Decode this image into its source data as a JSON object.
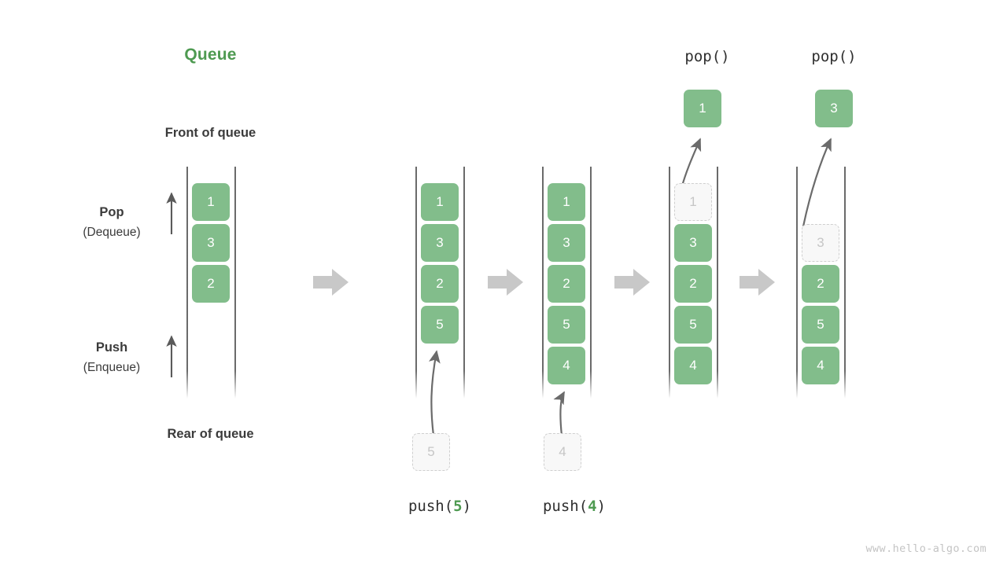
{
  "diagram": {
    "title": "Queue",
    "front_label": "Front of queue",
    "rear_label": "Rear of queue",
    "pop_label_main": "Pop",
    "pop_label_sub": "(Dequeue)",
    "push_label_main": "Push",
    "push_label_sub": "(Enqueue)",
    "footer": "www.hello-algo.com"
  },
  "colors": {
    "element": "#82bd8b",
    "title": "#4e9a51",
    "ghost_border": "#cfcfcf",
    "ghost_fill": "#f8f8f8",
    "ghost_text": "#c6c6c6",
    "rail": "#4a4a4a",
    "separator_arrow": "#c8c8c8",
    "text": "#3b3b3b",
    "footer": "#c4c4c4"
  },
  "stages": [
    {
      "id": "initial",
      "op_label_prefix": "",
      "op_label_num": "",
      "op_label_suffix": "",
      "elements": [
        "1",
        "3",
        "2"
      ],
      "ghost_in_queue": null,
      "incoming": null,
      "popped": null
    },
    {
      "id": "push-5",
      "op_label_prefix": "push(",
      "op_label_num": "5",
      "op_label_suffix": ")",
      "elements": [
        "1",
        "3",
        "2",
        "5"
      ],
      "ghost_in_queue": null,
      "incoming": "5",
      "popped": null
    },
    {
      "id": "push-4",
      "op_label_prefix": "push(",
      "op_label_num": "4",
      "op_label_suffix": ")",
      "elements": [
        "1",
        "3",
        "2",
        "5",
        "4"
      ],
      "ghost_in_queue": null,
      "incoming": "4",
      "popped": null
    },
    {
      "id": "pop-1",
      "op_label_prefix": "pop()",
      "op_label_num": "",
      "op_label_suffix": "",
      "elements": [
        "3",
        "2",
        "5",
        "4"
      ],
      "ghost_in_queue": "1",
      "incoming": null,
      "popped": "1"
    },
    {
      "id": "pop-3",
      "op_label_prefix": "pop()",
      "op_label_num": "",
      "op_label_suffix": "",
      "elements": [
        "2",
        "5",
        "4"
      ],
      "ghost_in_queue": "3",
      "incoming": null,
      "popped": "3"
    }
  ],
  "separators": [
    "arrow-right-icon",
    "arrow-right-icon",
    "arrow-right-icon",
    "arrow-right-icon"
  ]
}
